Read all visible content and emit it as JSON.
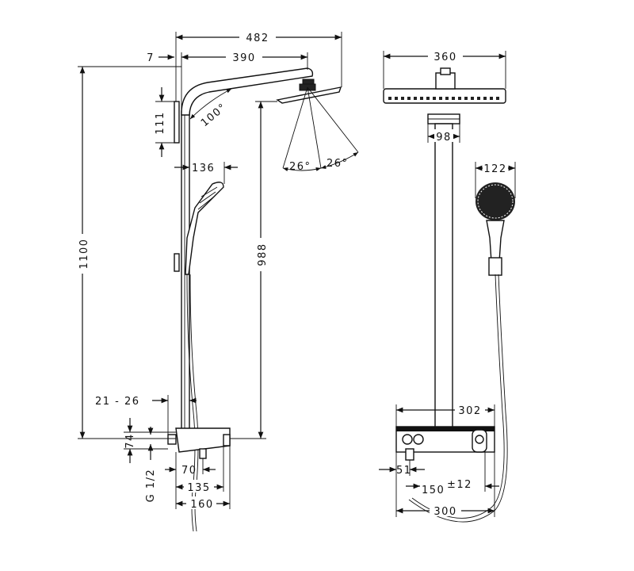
{
  "side_view": {
    "width_overall": "482",
    "arm_offset": "7",
    "arm_reach": "390",
    "arm_angle": "100°",
    "bracket_height": "111",
    "spray_angle_left": "26°",
    "spray_angle_right": "26°",
    "handshower_projection": "136",
    "total_height": "1100",
    "head_height": "988",
    "wall_distance": "21 - 26",
    "inlet_height": "74",
    "thread": "G 1/2",
    "inlet_offset": "70",
    "thermostat_depth_135": "135",
    "thermostat_depth_160": "160"
  },
  "front_view": {
    "overhead_diameter": "360",
    "connector_width": "98",
    "handshower_width": "122",
    "thermostat_width": "302",
    "outlet_offset": "51",
    "inlet_spacing": "150",
    "inlet_tolerance": "±12",
    "hose_span": "300"
  }
}
